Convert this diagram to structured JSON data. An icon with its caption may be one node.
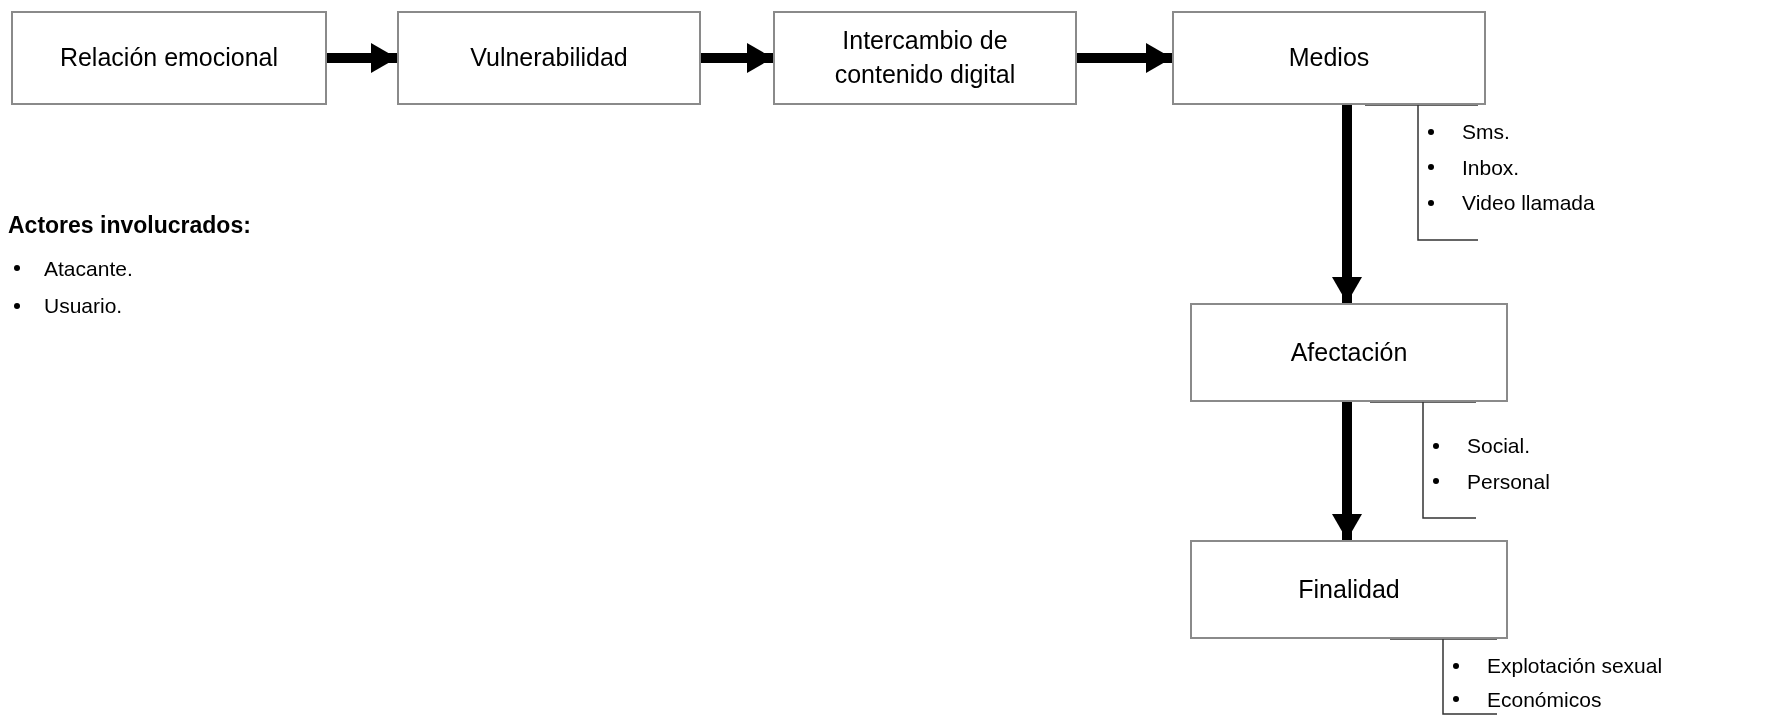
{
  "diagram": {
    "nodes": [
      {
        "text": [
          "Relación emocional"
        ]
      },
      {
        "text": [
          "Vulnerabilidad"
        ]
      },
      {
        "text": [
          "Intercambio de contenido digital"
        ]
      },
      {
        "text": [
          "Medios"
        ],
        "beside": [
          "Sms.",
          "Inbox.",
          "Video llamada"
        ]
      },
      {
        "text": [
          "Afectación"
        ],
        "beside": [
          "Social.",
          "Personal"
        ]
      },
      {
        "text": [
          "Finalidad"
        ],
        "beside": [
          "Explotación sexual",
          "Económicos"
        ]
      }
    ],
    "edges": [
      {
        "from": 0,
        "to": 1,
        "arrow": "to"
      },
      {
        "from": 1,
        "to": 2,
        "arrow": "to"
      },
      {
        "from": 2,
        "to": 3,
        "arrow": "to"
      },
      {
        "from": 3,
        "to": 4,
        "arrow": "to"
      },
      {
        "from": 4,
        "to": 5,
        "arrow": "to"
      }
    ],
    "labels": [
      "Actores involucrados:",
      "Atacante.",
      "Usuario."
    ]
  }
}
